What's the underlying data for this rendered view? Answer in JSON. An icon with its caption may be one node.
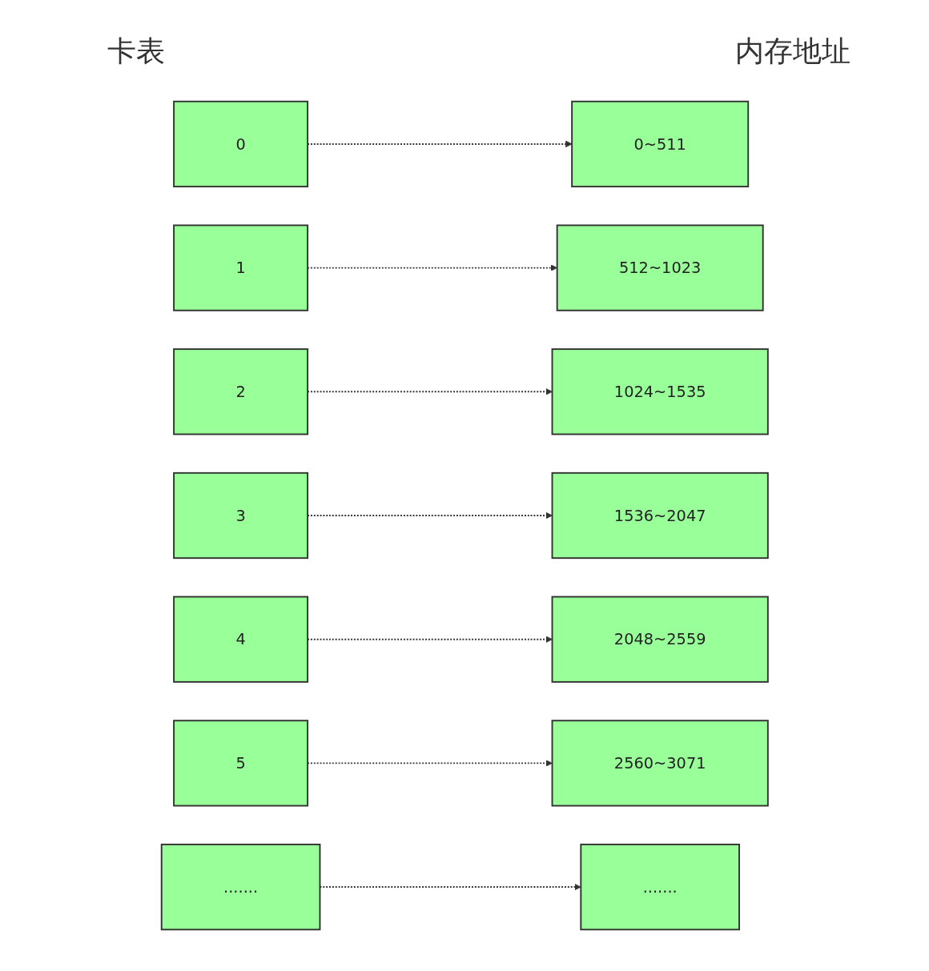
{
  "diagram": {
    "nodes": [
      {
        "text": [
          "0"
        ]
      },
      {
        "text": [
          "1"
        ]
      },
      {
        "text": [
          "2"
        ]
      },
      {
        "text": [
          "3"
        ]
      },
      {
        "text": [
          "4"
        ]
      },
      {
        "text": [
          "5"
        ]
      },
      {
        "text": [
          "......."
        ]
      },
      {
        "text": [
          "0~511"
        ]
      },
      {
        "text": [
          "512~1023"
        ]
      },
      {
        "text": [
          "1024~1535"
        ]
      },
      {
        "text": [
          "1536~2047"
        ]
      },
      {
        "text": [
          "2048~2559"
        ]
      },
      {
        "text": [
          "2560~3071"
        ]
      },
      {
        "text": [
          "......."
        ]
      }
    ],
    "edges": [
      {
        "from": 0,
        "to": 7,
        "arrow": "to",
        "style": "dashed"
      },
      {
        "from": 1,
        "to": 8,
        "arrow": "to",
        "style": "dashed"
      },
      {
        "from": 2,
        "to": 9,
        "arrow": "to",
        "style": "dashed"
      },
      {
        "from": 3,
        "to": 10,
        "arrow": "to",
        "style": "dashed"
      },
      {
        "from": 4,
        "to": 11,
        "arrow": "to",
        "style": "dashed"
      },
      {
        "from": 5,
        "to": 12,
        "arrow": "to",
        "style": "dashed"
      },
      {
        "from": 6,
        "to": 13,
        "arrow": "to",
        "style": "dashed"
      }
    ],
    "labels": [
      "卡表",
      "内存地址"
    ]
  }
}
